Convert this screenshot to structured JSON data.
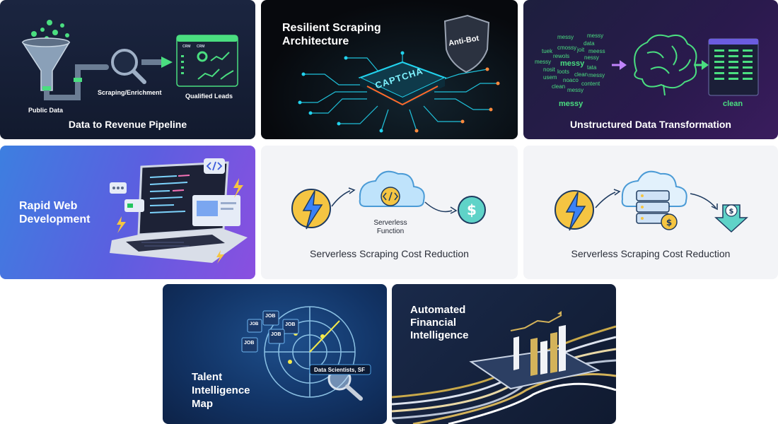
{
  "cards": [
    {
      "title": "Data to Revenue Pipeline",
      "labels": [
        "Public Data",
        "Scraping/Enrichment",
        "Qualified Leads"
      ],
      "dashboard_tags": [
        "CRM",
        "CRM"
      ]
    },
    {
      "title_lines": [
        "Resilient Scraping",
        "Architecture"
      ],
      "chip_label": "CAPTCHA",
      "shield_label": "Anti-Bot"
    },
    {
      "title": "Unstructured Data Transformation",
      "messy_words": [
        "messy",
        "messy",
        "data",
        "tuek",
        "cmossy",
        "joit",
        "meess",
        "rewols",
        "nessy",
        "messy",
        "messy",
        "nosit",
        "messy",
        "tata",
        "loots",
        "clean",
        "messy",
        "usem",
        "noaco",
        "content",
        "clean",
        "messy"
      ],
      "left_label": "messy",
      "right_label": "clean"
    },
    {
      "title_lines": [
        "Rapid Web",
        "Development"
      ]
    },
    {
      "title": "Serverless Scraping Cost Reduction",
      "function_label_lines": [
        "Serverless",
        "Function"
      ]
    },
    {
      "title": "Serverless Scraping Cost Reduction"
    },
    {
      "title_lines": [
        "Talent",
        "Intelligence",
        "Map"
      ],
      "job_tag": "JOB",
      "search_label": "Data Scientists, SF"
    },
    {
      "title_lines": [
        "Automated",
        "Financial",
        "Intelligence"
      ]
    }
  ],
  "colors": {
    "accent_green": "#4ade80",
    "accent_cyan": "#22d3ee",
    "accent_gold": "#f5c542",
    "accent_teal": "#2dd4bf"
  }
}
